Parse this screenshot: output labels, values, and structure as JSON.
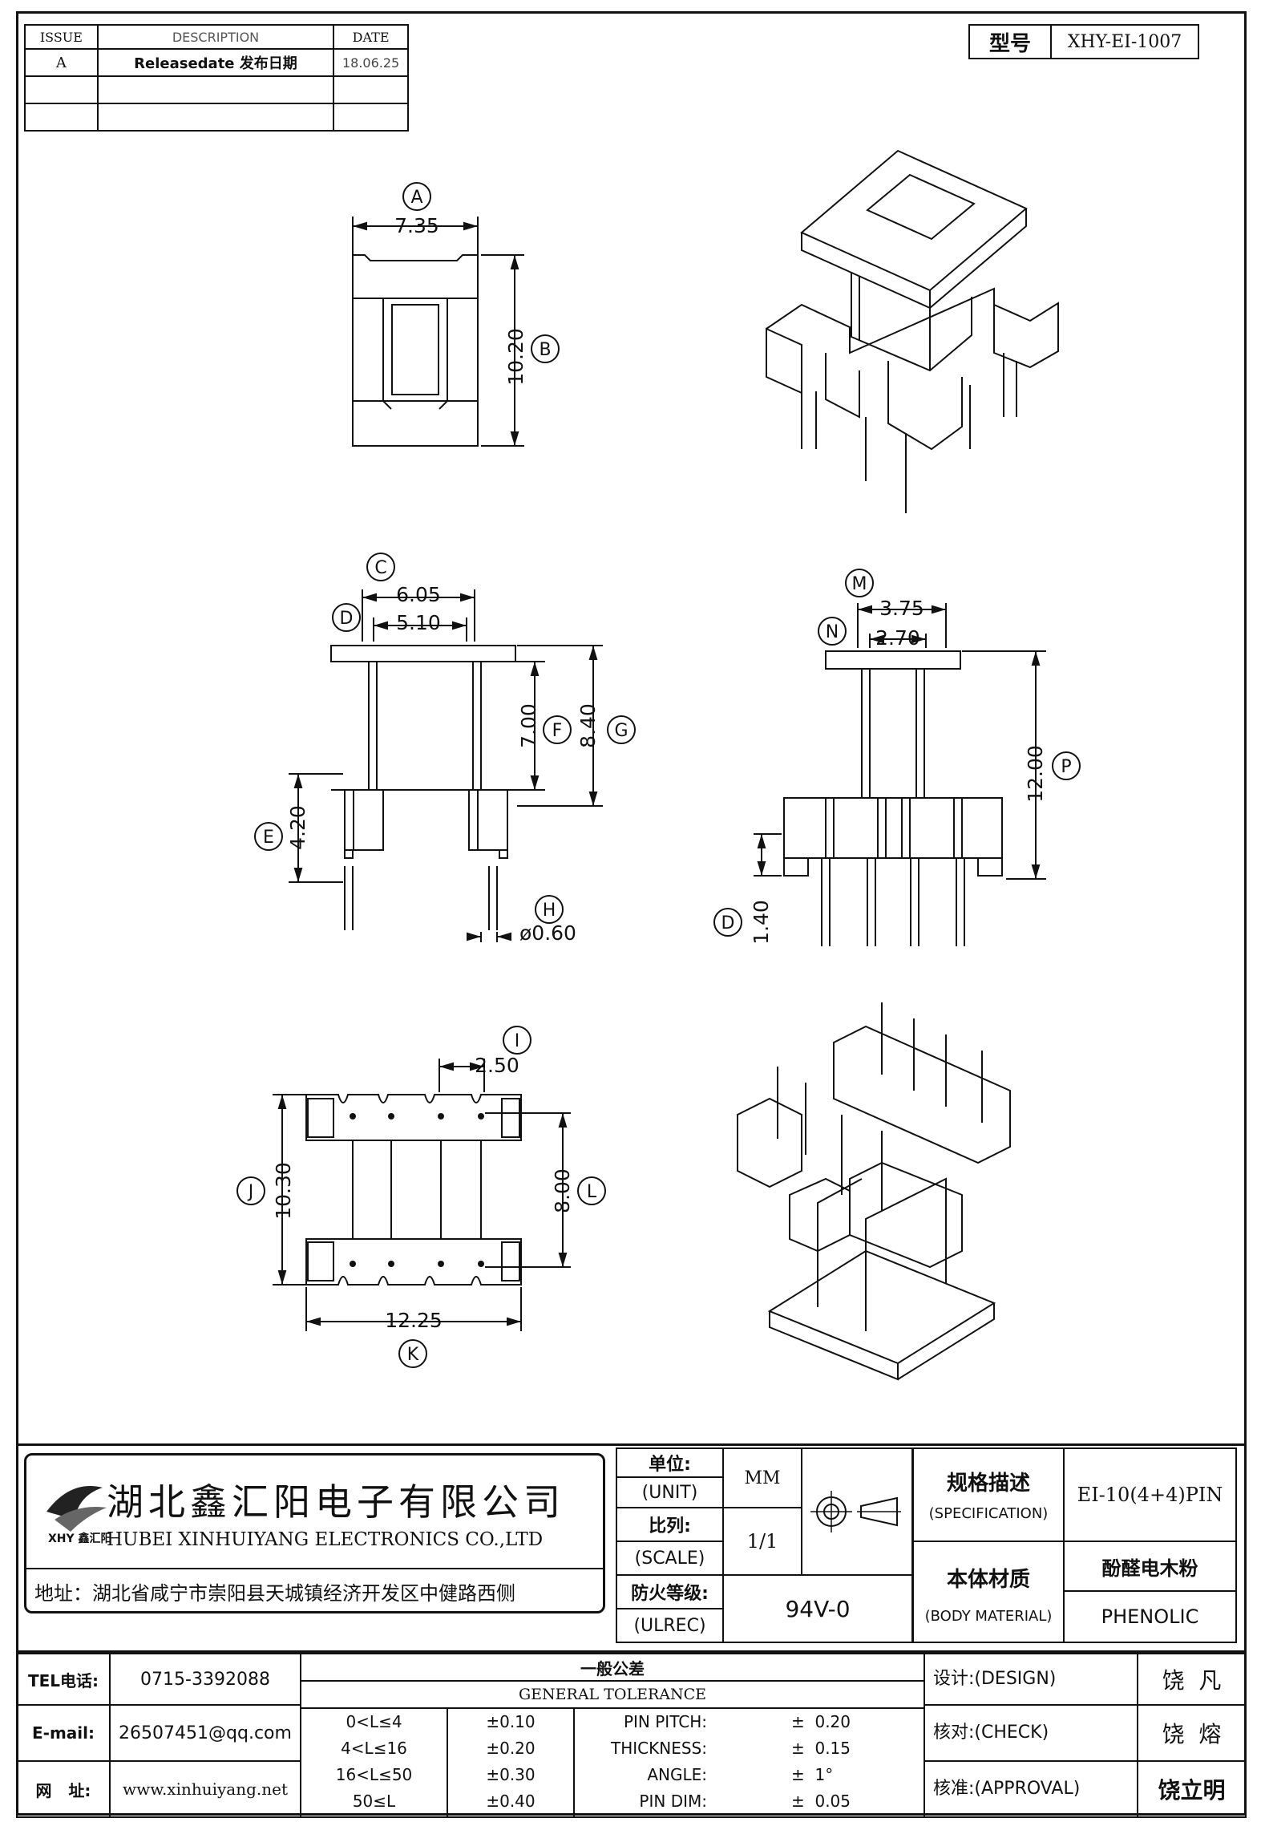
{
  "revision": {
    "headers": [
      "ISSUE",
      "DESCRIPTION",
      "DATE"
    ],
    "rows": [
      {
        "issue": "A",
        "description": "Releasedate 发布日期",
        "date": "18.06.25"
      },
      {
        "issue": "",
        "description": "",
        "date": ""
      },
      {
        "issue": "",
        "description": "",
        "date": ""
      }
    ]
  },
  "model": {
    "label": "型号",
    "value": "XHY-EI-1007"
  },
  "dimensions": {
    "A": {
      "letter": "A",
      "value": "7.35"
    },
    "B": {
      "letter": "B",
      "value": "10.20"
    },
    "C": {
      "letter": "C",
      "value": "6.05"
    },
    "D": {
      "letter": "D",
      "value": "5.10"
    },
    "E": {
      "letter": "E",
      "value": "4.20"
    },
    "F": {
      "letter": "F",
      "value": "7.00"
    },
    "G": {
      "letter": "G",
      "value": "8.40"
    },
    "H": {
      "letter": "H",
      "value": "ø0.60"
    },
    "M": {
      "letter": "M",
      "value": "3.75"
    },
    "N": {
      "letter": "N",
      "value": "2.70"
    },
    "P": {
      "letter": "P",
      "value": "12.00"
    },
    "D2": {
      "letter": "D",
      "value": "1.40"
    },
    "I": {
      "letter": "I",
      "value": "2.50"
    },
    "J": {
      "letter": "J",
      "value": "10.30"
    },
    "L": {
      "letter": "L",
      "value": "8.00"
    },
    "K": {
      "letter": "K",
      "value": "12.25"
    }
  },
  "company": {
    "name_cn": "湖北鑫汇阳电子有限公司",
    "name_en": "HUBEI XINHUIYANG ELECTRONICS CO.,LTD",
    "logo_text": "XHY 鑫汇阳",
    "address": "地址：湖北省咸宁市崇阳县天城镇经济开发区中健路西侧"
  },
  "title_block": {
    "unit_cn": "单位:",
    "unit_en": "(UNIT)",
    "unit_value": "MM",
    "scale_cn": "比列:",
    "scale_en": "(SCALE)",
    "scale_value": "1/1",
    "fire_cn": "防火等级:",
    "fire_en": "(ULREC)",
    "fire_value": "94V-0",
    "spec_cn": "规格描述",
    "spec_en": "(SPECIFICATION)",
    "spec_value": "EI-10(4+4)PIN",
    "material_cn": "本体材质",
    "material_en": "(BODY MATERIAL)",
    "material_value_cn": "酚醛电木粉",
    "material_value_en": "PHENOLIC"
  },
  "contact": {
    "tel_label": "TEL电话:",
    "tel": "0715-3392088",
    "email_label": "E-mail:",
    "email": "26507451@qq.com",
    "web_label": "网   址:",
    "web": "www.xinhuiyang.net"
  },
  "tolerance": {
    "title_cn": "一般公差",
    "title_en": "GENERAL TOLERANCE",
    "ranges": [
      {
        "range": "0<L≤4",
        "tol": "±0.10"
      },
      {
        "range": "4<L≤16",
        "tol": "±0.20"
      },
      {
        "range": "16<L≤50",
        "tol": "±0.30"
      },
      {
        "range": "50≤L",
        "tol": "±0.40"
      }
    ],
    "special": [
      {
        "label": "PIN PITCH:",
        "value": "±  0.20"
      },
      {
        "label": "THICKNESS:",
        "value": "±  0.15"
      },
      {
        "label": "ANGLE:",
        "value": "±  1°"
      },
      {
        "label": "PIN DIM:",
        "value": "±  0.05"
      }
    ]
  },
  "approvals": {
    "design_label": "设计:(DESIGN)",
    "design_name": "饶  凡",
    "check_label": "核对:(CHECK)",
    "check_name": "饶  熔",
    "approval_label": "核准:(APPROVAL)",
    "approval_name": "饶立明"
  }
}
